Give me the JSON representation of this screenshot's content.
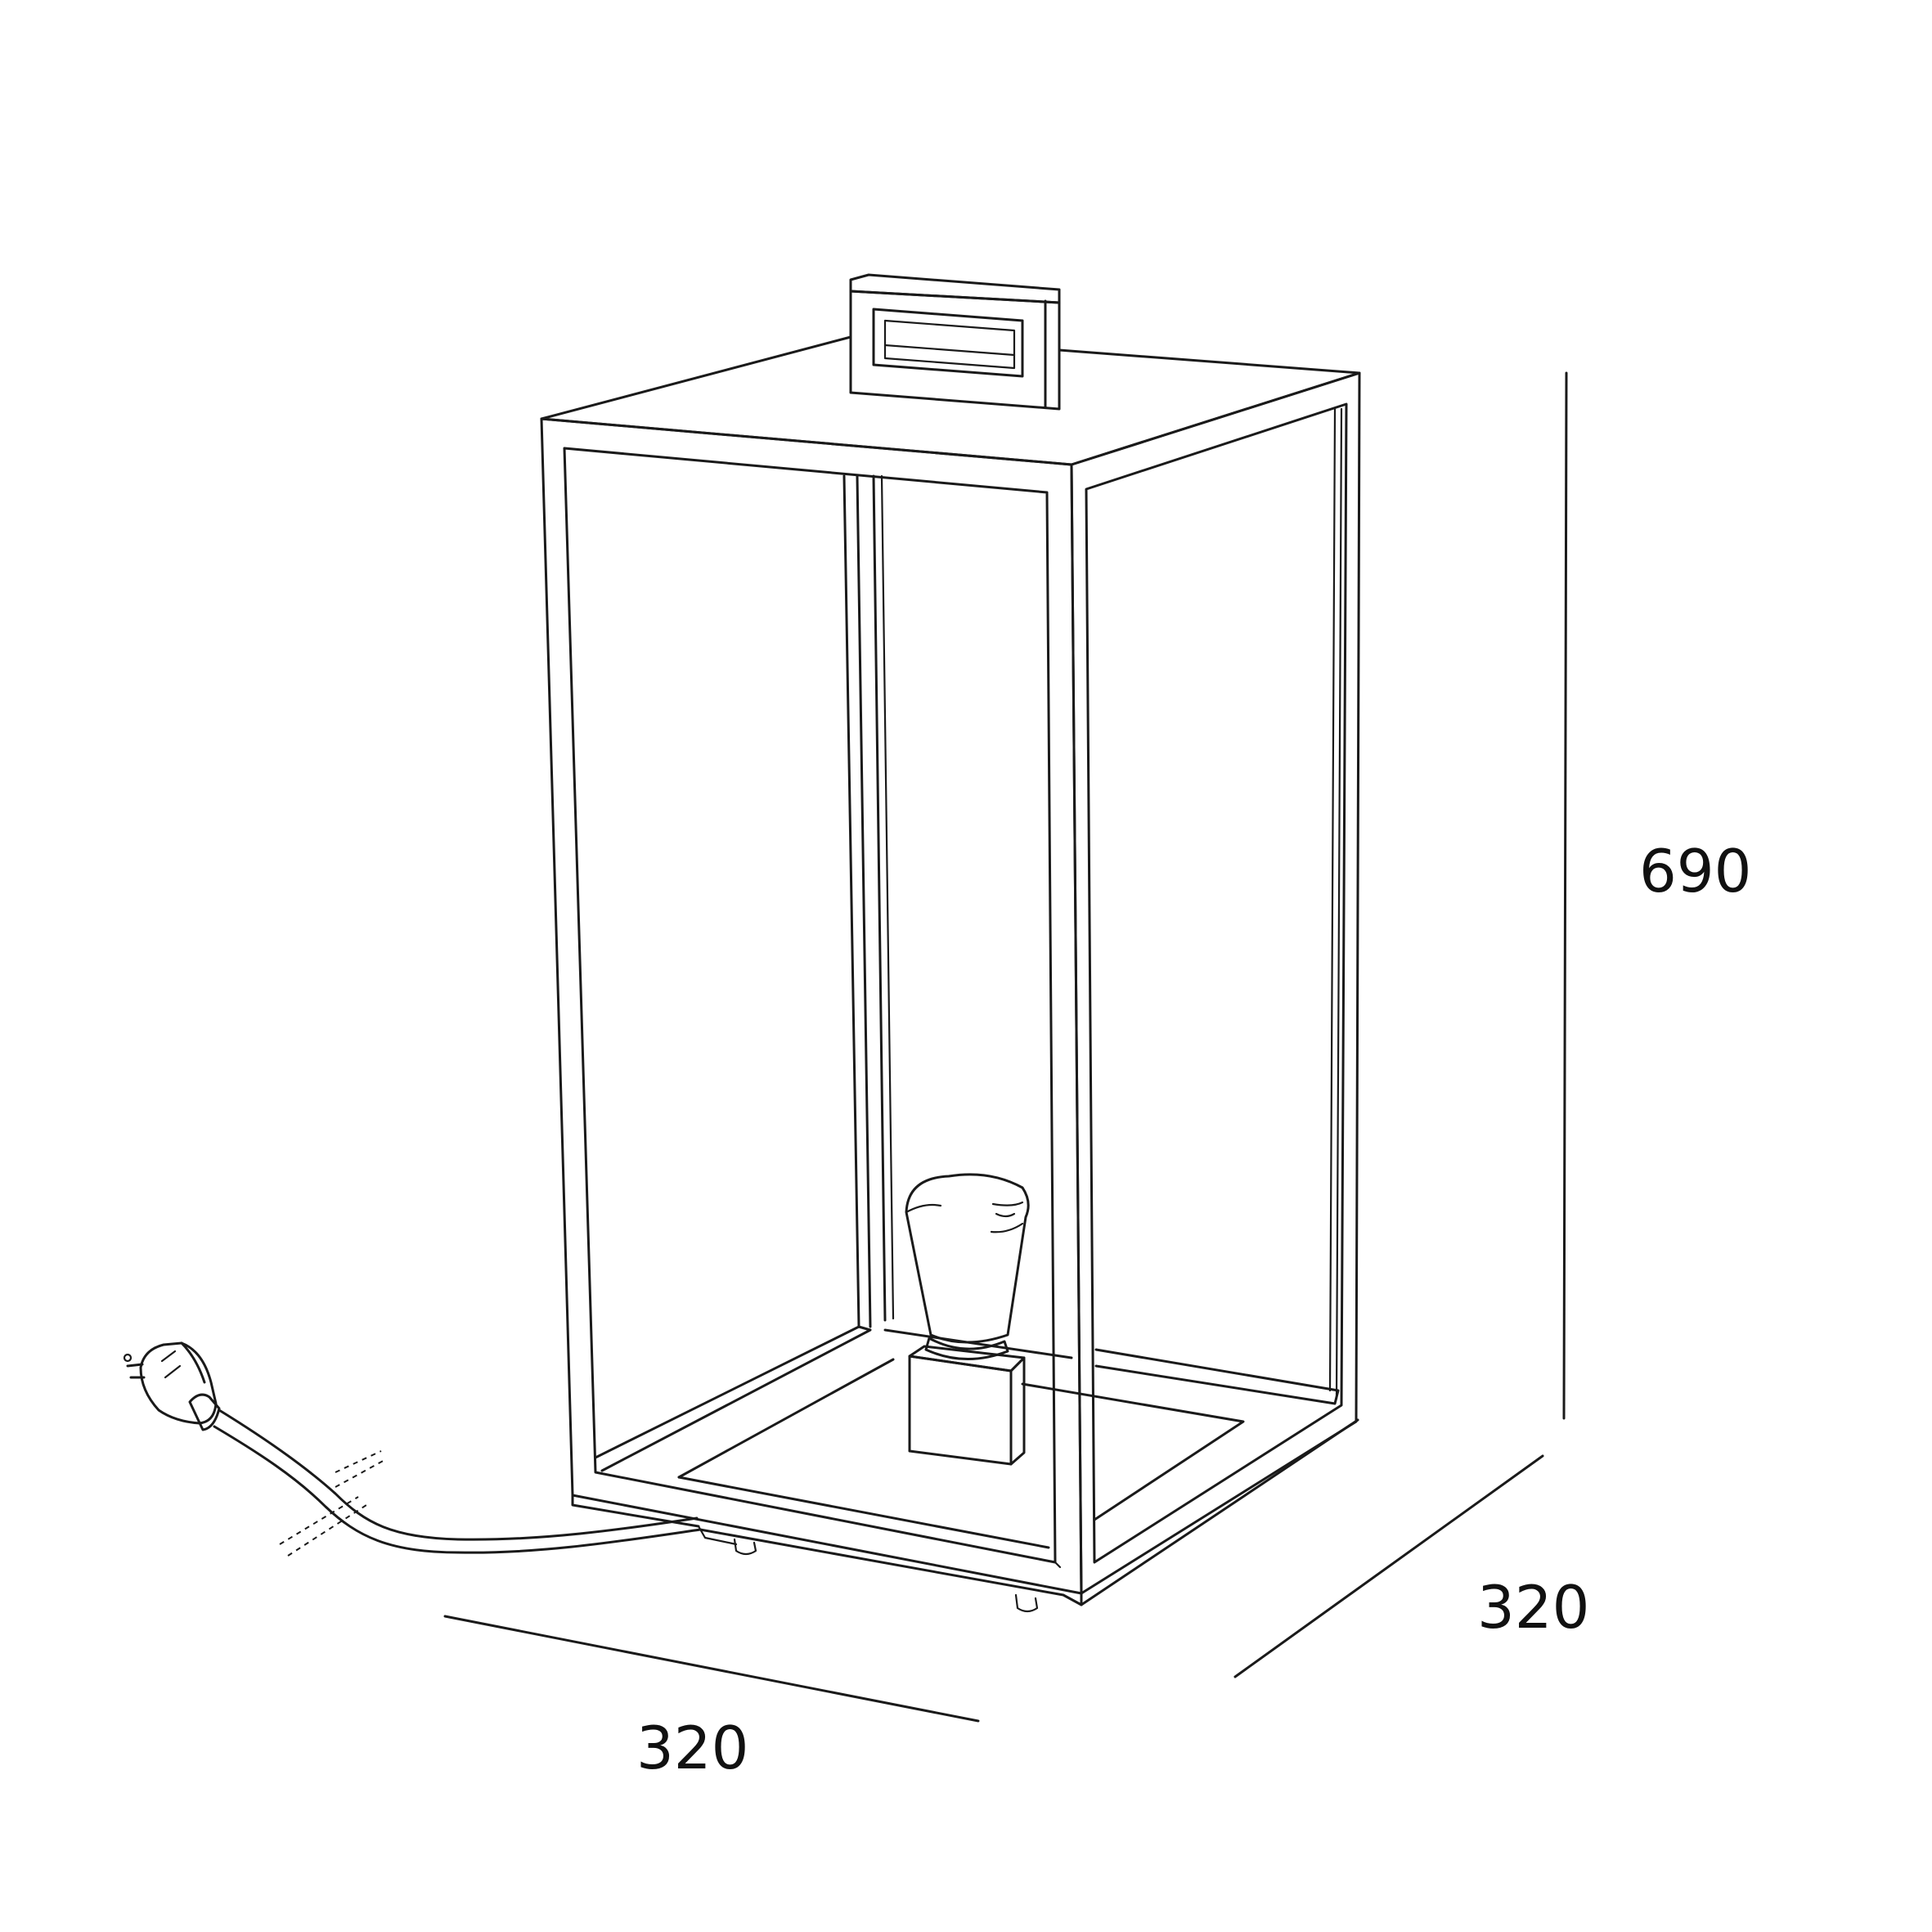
{
  "dimensions": {
    "height": "690",
    "depth": "320",
    "width": "320"
  },
  "colors": {
    "line": "#1a1a1a",
    "background": "#ffffff"
  },
  "icons": {
    "plug": "plug-icon",
    "bulb": "bulb-icon"
  }
}
